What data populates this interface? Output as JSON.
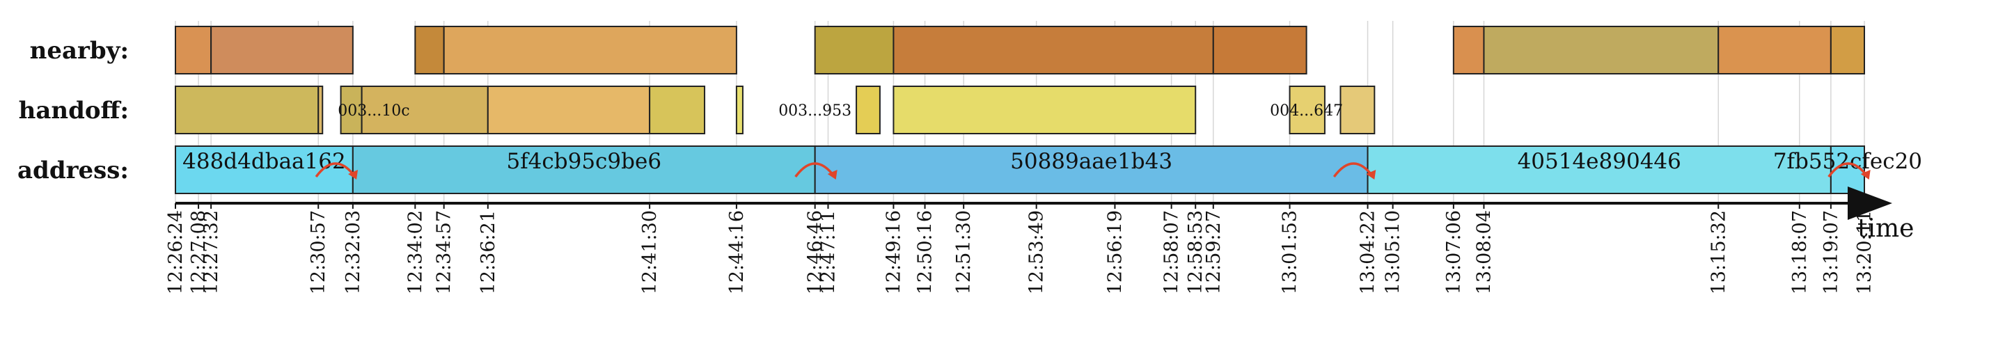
{
  "chart_data": {
    "type": "timeline",
    "xlabel": "time",
    "rows": [
      {
        "key": "nearby",
        "label": "nearby:"
      },
      {
        "key": "handoff",
        "label": "handoff:"
      },
      {
        "key": "address",
        "label": "address:"
      }
    ],
    "time_range": [
      "12:26:24",
      "13:20:11"
    ],
    "ticks": [
      "12:26:24",
      "12:27:08",
      "12:27:32",
      "12:30:57",
      "12:32:03",
      "12:34:02",
      "12:34:57",
      "12:36:21",
      "12:41:30",
      "12:44:16",
      "12:46:46",
      "12:47:11",
      "12:49:16",
      "12:50:16",
      "12:51:30",
      "12:53:49",
      "12:56:19",
      "12:58:07",
      "12:58:53",
      "12:59:27",
      "13:01:53",
      "13:04:22",
      "13:05:10",
      "13:07:06",
      "13:08:04",
      "13:15:32",
      "13:18:07",
      "13:19:07",
      "13:20:11"
    ],
    "address": [
      {
        "label": "488d4dbaa162",
        "start": "12:26:24",
        "end": "12:32:03",
        "color": "#6cd8ef"
      },
      {
        "label": "5f4cb95c9be6",
        "start": "12:32:03",
        "end": "12:46:46",
        "color": "#66c9e0"
      },
      {
        "label": "50889aae1b43",
        "start": "12:46:46",
        "end": "13:04:22",
        "color": "#6abce6"
      },
      {
        "label": "40514e890446",
        "start": "13:04:22",
        "end": "13:19:07",
        "color": "#7ddfec"
      },
      {
        "label": "7fb552cfec20",
        "start": "13:19:07",
        "end": "13:20:11",
        "color": "#74dcf0"
      }
    ],
    "address_changes": [
      "12:31:30",
      "12:46:46",
      "13:03:55",
      "13:19:40"
    ],
    "nearby": [
      {
        "start": "12:26:24",
        "end": "12:27:32",
        "color": "#d99253"
      },
      {
        "start": "12:27:32",
        "end": "12:32:03",
        "color": "#cf8c5c"
      },
      {
        "start": "12:34:02",
        "end": "12:34:57",
        "color": "#c4893a"
      },
      {
        "start": "12:34:57",
        "end": "12:44:16",
        "color": "#dea65c"
      },
      {
        "start": "12:46:46",
        "end": "12:49:16",
        "color": "#bca540"
      },
      {
        "start": "12:49:16",
        "end": "12:59:27",
        "color": "#c67d3b"
      },
      {
        "start": "12:59:27",
        "end": "13:02:25",
        "color": "#c67a38"
      },
      {
        "start": "13:07:06",
        "end": "13:08:04",
        "color": "#d9904f"
      },
      {
        "start": "13:08:04",
        "end": "13:15:32",
        "color": "#bfaa5f"
      },
      {
        "start": "13:15:32",
        "end": "13:19:07",
        "color": "#da934f"
      },
      {
        "start": "13:19:07",
        "end": "13:20:11",
        "color": "#d29d45"
      }
    ],
    "handoff": [
      {
        "start": "12:26:24",
        "end": "12:26:30",
        "color": "#d2b35a"
      },
      {
        "start": "12:31:40",
        "end": "12:32:20",
        "color": "#c9b35a"
      },
      {
        "start": "12:32:20",
        "end": "12:36:21",
        "color": "#d4b35e"
      },
      {
        "start": "12:36:21",
        "end": "12:41:30",
        "color": "#e6b868"
      },
      {
        "start": "12:41:30",
        "end": "12:43:15",
        "color": "#d7c45a"
      },
      {
        "start": "12:44:16",
        "end": "12:44:28",
        "color": "#e8e070"
      },
      {
        "start": "12:48:05",
        "end": "12:48:50",
        "color": "#e4cd55"
      },
      {
        "start": "12:49:16",
        "end": "12:58:53",
        "color": "#e6dc6a"
      },
      {
        "start": "13:01:53",
        "end": "13:03:00",
        "color": "#e6d070"
      },
      {
        "start": "13:03:30",
        "end": "13:04:35",
        "color": "#e5c978"
      },
      {
        "start": "12:26:24",
        "end": "12:30:57",
        "color": "#cdb85c"
      },
      {
        "start": "12:30:57",
        "end": "12:31:05",
        "color": "#dcb86a"
      }
    ],
    "handoff_labels": [
      {
        "label": "003...10c",
        "at": "12:32:43"
      },
      {
        "label": "003...953",
        "at": "12:46:46"
      },
      {
        "label": "004...647",
        "at": "13:02:25"
      }
    ]
  }
}
